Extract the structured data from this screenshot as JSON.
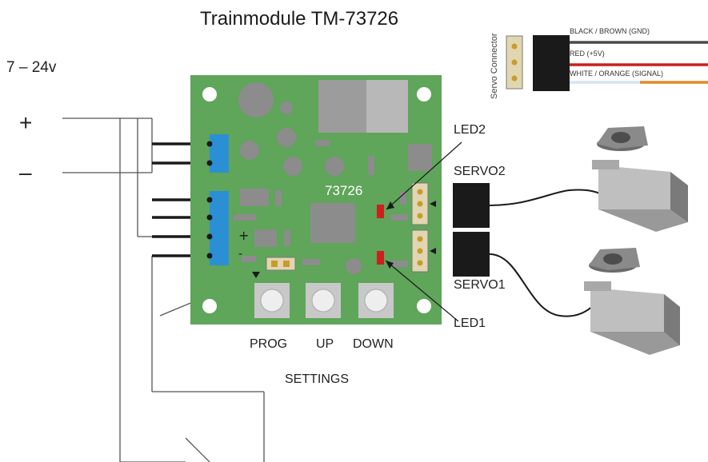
{
  "title": "Trainmodule TM-73726",
  "power": {
    "voltage": "7 – 24v",
    "plus": "+",
    "minus": "–"
  },
  "board": {
    "model": "73726",
    "plus_mark": "+",
    "minus_mark": "-",
    "color": "#5fa55a"
  },
  "labels": {
    "led2": "LED2",
    "led1": "LED1",
    "servo2": "SERVO2",
    "servo1": "SERVO1",
    "prog": "PROG",
    "up": "UP",
    "down": "DOWN",
    "settings": "SETTINGS"
  },
  "connector": {
    "title": "Servo Connector",
    "wires": [
      {
        "label": "BLACK / BROWN (GND)",
        "color": "#4a4a4a"
      },
      {
        "label": "RED (+5V)",
        "color": "#cc1f1f"
      },
      {
        "label": "WHITE / ORANGE  (SIGNAL)",
        "color": "#e08a2c"
      }
    ]
  }
}
